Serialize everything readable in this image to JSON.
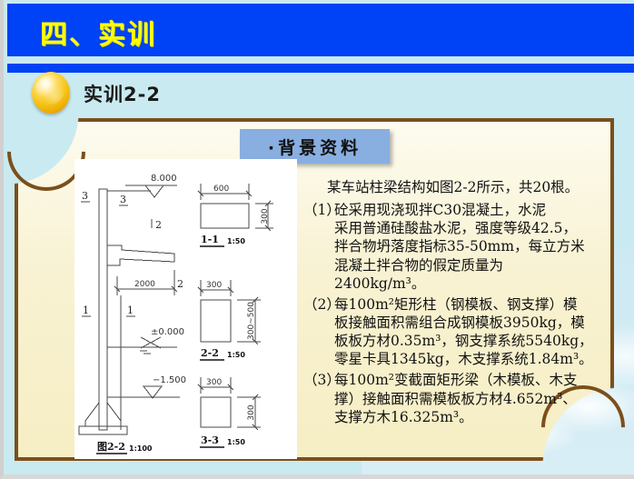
{
  "banner": {
    "title": "四、实训"
  },
  "subtitle": {
    "label": "实训2-2",
    "orb_icon": "gold-sphere-icon"
  },
  "card": {
    "bg_label": "·背景资料",
    "border_color": "#7b4f1c",
    "fill_color": "#f8f2d2",
    "accent_blue": "#0042f5",
    "label_blue": "#89aee0",
    "slide_bg": "#c9eaf0"
  },
  "drawing": {
    "elevation": {
      "title": "图2-2",
      "scale": "1:100",
      "levels": [
        "8.000",
        "±0.000",
        "−1.500"
      ],
      "dimension": "2000",
      "section_marks": [
        "3",
        "3",
        "2",
        "2",
        "1",
        "1"
      ]
    },
    "sections": [
      {
        "name": "1-1",
        "scale": "1:50",
        "width": "600",
        "height": "300"
      },
      {
        "name": "2-2",
        "scale": "1:50",
        "width": "300",
        "height": "300~500"
      },
      {
        "name": "3-3",
        "scale": "1:50",
        "width": "300",
        "height": "300"
      }
    ]
  },
  "content": {
    "lead": "某车站柱梁结构如图2-2所示，共20根。",
    "items": [
      {
        "num": "（1）",
        "lines": [
          "砼采用现浇现拌C30混凝土，水泥",
          "采用普通硅酸盐水泥，强度等级42.5，",
          "拌合物坍落度指标35-50mm，每立方米",
          "混凝土拌合物的假定质量为2400kg/m³。"
        ]
      },
      {
        "num": "（2）",
        "lines": [
          "每100m²矩形柱（钢模板、钢支撑）模",
          "板接触面积需组合成钢模板3950kg，模",
          "板板方材0.35m³，钢支撑系统5540kg，",
          "零星卡具1345kg，木支撑系统1.84m³。"
        ]
      },
      {
        "num": "（3）",
        "lines": [
          "每100m²变截面矩形梁（木模板、木支",
          "撑）接触面积需模板板方材4.652m³、",
          "支撑方木16.325m³。"
        ]
      }
    ]
  }
}
